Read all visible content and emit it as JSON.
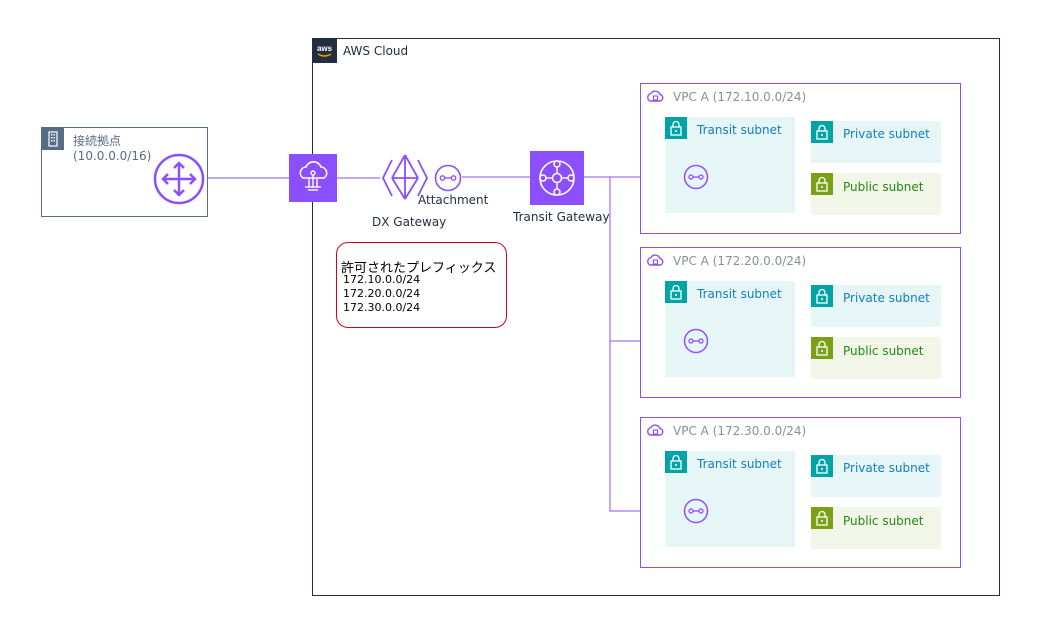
{
  "cloud": {
    "label": "AWS Cloud"
  },
  "site": {
    "name": "接続拠点",
    "cidr": "(10.0.0.0/16)"
  },
  "dx_gateway": {
    "label": "DX Gateway"
  },
  "attachment": {
    "label": "Attachment"
  },
  "transit_gateway": {
    "label": "Transit Gateway"
  },
  "prefix_note": {
    "title": "許可されたプレフィックス",
    "prefixes": [
      "172.10.0.0/24",
      "172.20.0.0/24",
      "172.30.0.0/24"
    ]
  },
  "vpcs": [
    {
      "label": "VPC A (172.10.0.0/24)",
      "transit": "Transit subnet",
      "private": "Private subnet",
      "public": "Public subnet"
    },
    {
      "label": "VPC A (172.20.0.0/24)",
      "transit": "Transit subnet",
      "private": "Private subnet",
      "public": "Public subnet"
    },
    {
      "label": "VPC A (172.30.0.0/24)",
      "transit": "Transit subnet",
      "private": "Private subnet",
      "public": "Public subnet"
    }
  ],
  "colors": {
    "aws_purple": "#8c4fff",
    "private_teal": "#00a4a6",
    "public_green": "#7aa116",
    "prefix_border": "#d0021b",
    "vpc_label_gray": "#879196"
  },
  "icons": [
    "aws-logo-icon",
    "building-icon",
    "router-icon",
    "direct-connect-icon",
    "dx-gateway-icon",
    "attachment-icon",
    "transit-gateway-icon",
    "vpc-icon",
    "lock-icon"
  ]
}
